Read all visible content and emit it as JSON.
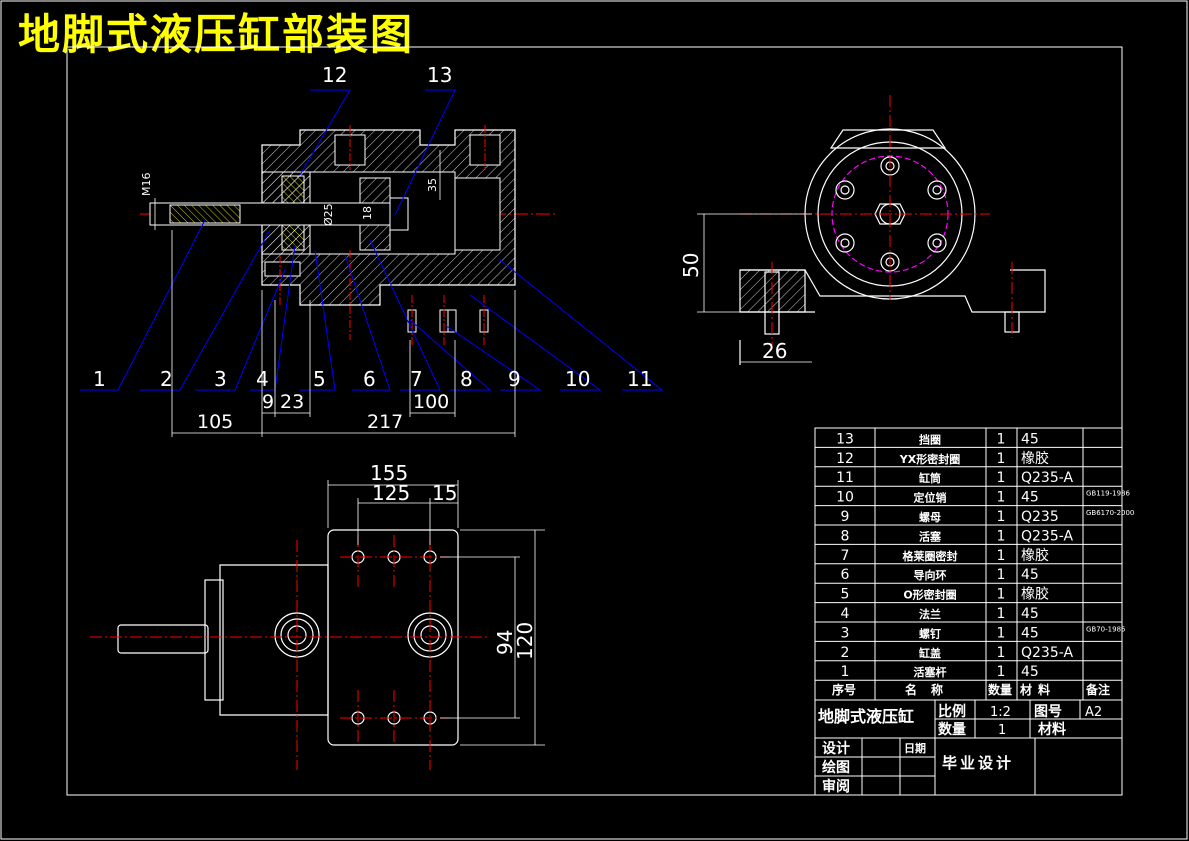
{
  "title": "地脚式液压缸部装图",
  "colors": {
    "background": "#000000",
    "title": "#ffff00",
    "outline": "#ffffff",
    "leader": "#0000ff",
    "center": "#ff0000",
    "seal": "#ff00ff"
  },
  "balloons": [
    "1",
    "2",
    "3",
    "4",
    "5",
    "6",
    "7",
    "8",
    "9",
    "10",
    "11",
    "12",
    "13"
  ],
  "dims": {
    "m16": "M16",
    "d25": "Ø25",
    "d18": "18",
    "d35": "35",
    "d105": "105",
    "d9": "9",
    "d23": "23",
    "d100": "100",
    "d217": "217",
    "d50": "50",
    "d26": "26",
    "d155": "155",
    "d125": "125",
    "d15": "15",
    "d94": "94",
    "d120": "120"
  },
  "bom": {
    "rows": [
      {
        "no": "13",
        "name": "挡圈",
        "qty": "1",
        "mat": "45",
        "note": ""
      },
      {
        "no": "12",
        "name": "YX形密封圈",
        "qty": "1",
        "mat": "橡胶",
        "note": ""
      },
      {
        "no": "11",
        "name": "缸筒",
        "qty": "1",
        "mat": "Q235-A",
        "note": ""
      },
      {
        "no": "10",
        "name": "定位销",
        "qty": "1",
        "mat": "45",
        "note": "GB119-1986"
      },
      {
        "no": "9",
        "name": "螺母",
        "qty": "1",
        "mat": "Q235",
        "note": "GB6170-2000"
      },
      {
        "no": "8",
        "name": "活塞",
        "qty": "1",
        "mat": "Q235-A",
        "note": ""
      },
      {
        "no": "7",
        "name": "格莱圈密封",
        "qty": "1",
        "mat": "橡胶",
        "note": ""
      },
      {
        "no": "6",
        "name": "导向环",
        "qty": "1",
        "mat": "45",
        "note": ""
      },
      {
        "no": "5",
        "name": "O形密封圈",
        "qty": "1",
        "mat": "橡胶",
        "note": ""
      },
      {
        "no": "4",
        "name": "法兰",
        "qty": "1",
        "mat": "45",
        "note": ""
      },
      {
        "no": "3",
        "name": "螺钉",
        "qty": "1",
        "mat": "45",
        "note": "GB70-1985"
      },
      {
        "no": "2",
        "name": "缸盖",
        "qty": "1",
        "mat": "Q235-A",
        "note": ""
      },
      {
        "no": "1",
        "name": "活塞杆",
        "qty": "1",
        "mat": "45",
        "note": ""
      }
    ],
    "headers": {
      "no": "序号",
      "name": "名称",
      "qty": "数量",
      "mat": "材料",
      "note": "备注"
    }
  },
  "titleblock": {
    "name": "地脚式液压缸",
    "scale_label": "比例",
    "scale": "1:2",
    "drawing_no_label": "图号",
    "drawing_no": "A2",
    "qty_label": "数量",
    "qty": "1",
    "material_label": "材料",
    "designer": "设计",
    "date": "日期",
    "drafter": "绘图",
    "reviewer": "审阅",
    "project": "毕业设计"
  }
}
